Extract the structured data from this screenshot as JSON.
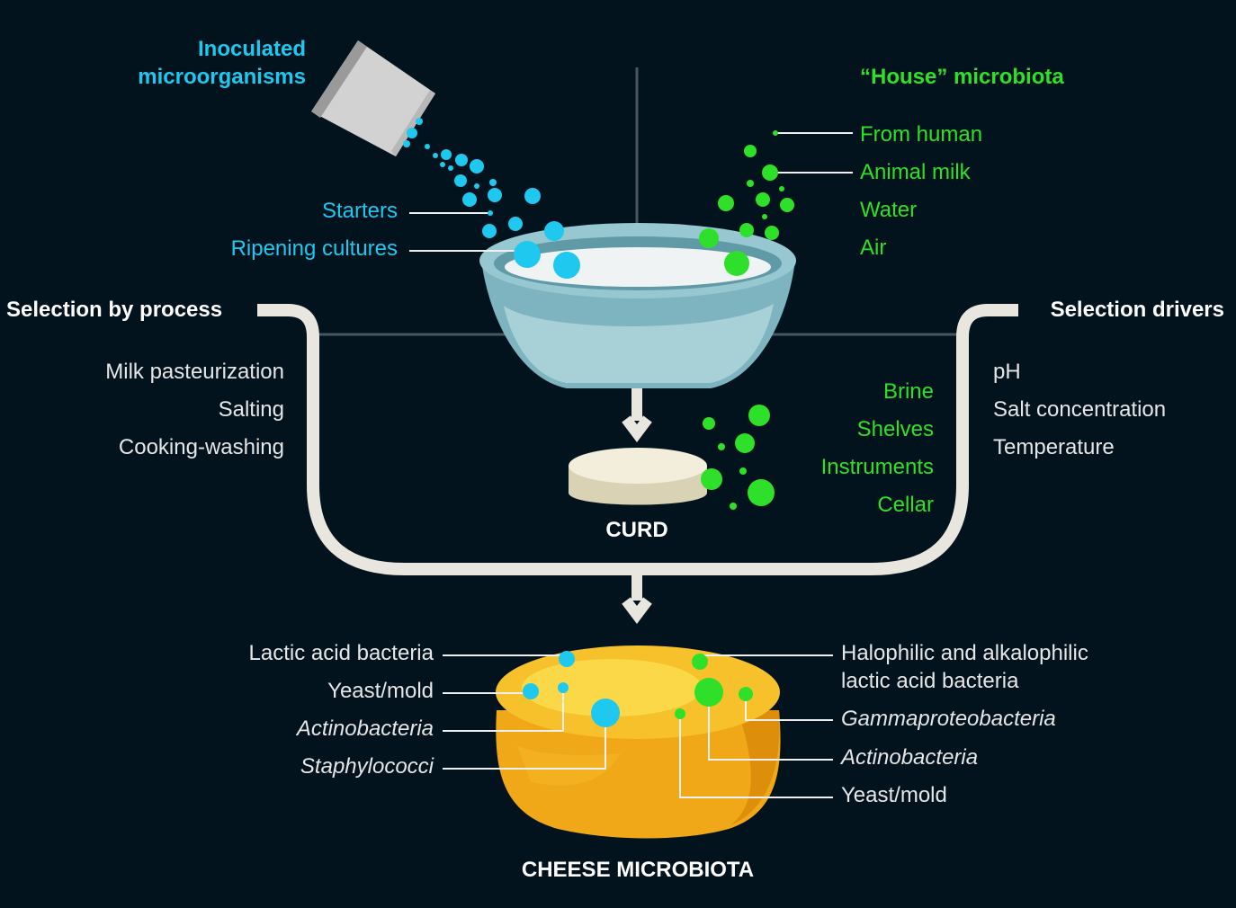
{
  "colors": {
    "background": "#03131e",
    "inoculated_blue": "#1ec8ee",
    "house_green": "#2ee02a",
    "label_white": "#e6e6e6",
    "cheese_yellow": "#f2a81e",
    "bowl_teal": "#8cc2cc",
    "curd_cream": "#efe8cf",
    "flow_arrow": "#e9e6df"
  },
  "inoculated": {
    "title_line1": "Inoculated",
    "title_line2": "microorganisms",
    "labels": [
      "Starters",
      "Ripening cultures"
    ]
  },
  "house": {
    "title": "“House” microbiota",
    "sources": [
      "From human",
      "Animal milk",
      "Water",
      "Air"
    ]
  },
  "selection_process": {
    "title": "Selection by process",
    "items": [
      "Milk pasteurization",
      "Salting",
      "Cooking-washing"
    ]
  },
  "selection_drivers": {
    "title": "Selection drivers",
    "items": [
      "pH",
      "Salt concentration",
      "Temperature"
    ]
  },
  "curd": {
    "label": "CURD",
    "environment": [
      "Brine",
      "Shelves",
      "Instruments",
      "Cellar"
    ]
  },
  "cheese": {
    "title": "CHEESE MICROBIOTA",
    "left_labels": [
      "Lactic acid bacteria",
      "Yeast/mold",
      "Actinobacteria",
      "Staphylococci"
    ],
    "right_labels": {
      "halophilic_line1": "Halophilic and alkalophilic",
      "halophilic_line2": "lactic acid bacteria",
      "gamma": "Gammaproteobacteria",
      "actino": "Actinobacteria",
      "yeast": "Yeast/mold"
    }
  }
}
